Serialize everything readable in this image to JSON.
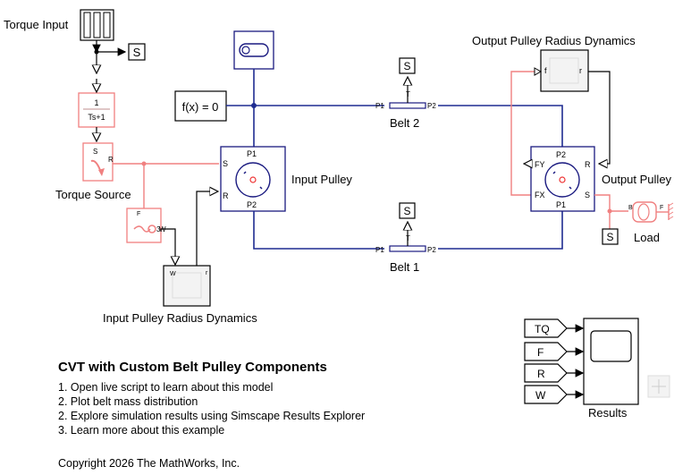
{
  "blocks": {
    "torque_input": "Torque Input",
    "scope_tag": "S",
    "tf_numerator": "1",
    "tf_denominator": "Ts+1",
    "torque_source": "Torque Source",
    "torque_source_port_s": "S",
    "torque_source_port_r": "R",
    "sensor_port_f": "F",
    "sensor_port_w": "W",
    "input_pulley_radius_dynamics": "Input Pulley Radius Dynamics",
    "radius_dyn_port_w": "W",
    "radius_dyn_port_r": "r",
    "solver": "f(x) = 0",
    "input_pulley": "Input Pulley",
    "input_pulley_port_s": "S",
    "input_pulley_port_r": "R",
    "input_pulley_p1": "P1",
    "input_pulley_p2": "P2",
    "belt_2": "Belt 2",
    "belt_1": "Belt 1",
    "belt_p1": "P1",
    "belt_p2": "P2",
    "belt_t": "T",
    "output_pulley_radius_dynamics": "Output Pulley Radius Dynamics",
    "out_radius_port_f": "f",
    "out_radius_port_r": "r",
    "output_pulley": "Output Pulley",
    "output_pulley_fy": "FY",
    "output_pulley_fx": "FX",
    "output_pulley_r": "R",
    "output_pulley_s": "S",
    "output_pulley_p1": "P1",
    "output_pulley_p2": "P2",
    "load": "Load",
    "load_port_b": "B",
    "load_port_f": "F",
    "results": "Results",
    "goto_tq": "TQ",
    "goto_f": "F",
    "goto_r": "R",
    "goto_w": "W"
  },
  "notes": {
    "title": "CVT with Custom Belt Pulley Components",
    "links": [
      "1. Open live script to learn about this model",
      "2. Plot belt mass distribution",
      "2. Explore simulation results using Simscape Results Explorer",
      "3. Learn more about this example"
    ],
    "copyright": "Copyright 2026 The MathWorks, Inc."
  },
  "colors": {
    "physical_line": "#1f2c91",
    "ps_line": "#f08080",
    "signal_line": "#000000"
  }
}
